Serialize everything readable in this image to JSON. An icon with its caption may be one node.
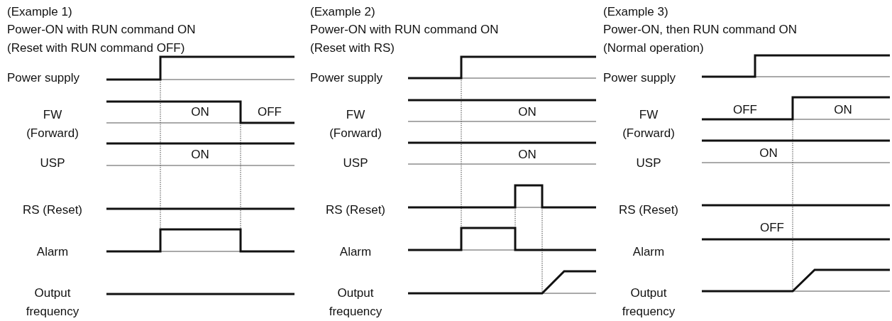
{
  "diagram": {
    "labels": [
      "(Example 1)",
      "Power-ON with RUN command ON",
      "(Reset with RUN command OFF)",
      "Power supply",
      "FW (Forward)",
      "ON",
      "OFF",
      "ON",
      "USP",
      "RS (Reset)",
      "Alarm",
      "Output frequency",
      "(Example 2)",
      "Power-ON with RUN command ON",
      "(Reset with RS)",
      "Power supply",
      "FW (Forward)",
      "ON",
      "ON",
      "USP",
      "RS (Reset)",
      "Alarm",
      "Output frequency",
      "(Example 3)",
      "Power-ON, then RUN command ON",
      "(Normal operation)",
      "Power supply",
      "FW (Forward)",
      "OFF",
      "ON",
      "ON",
      "USP",
      "RS (Reset)",
      "OFF",
      "Alarm",
      "Output frequency"
    ]
  }
}
